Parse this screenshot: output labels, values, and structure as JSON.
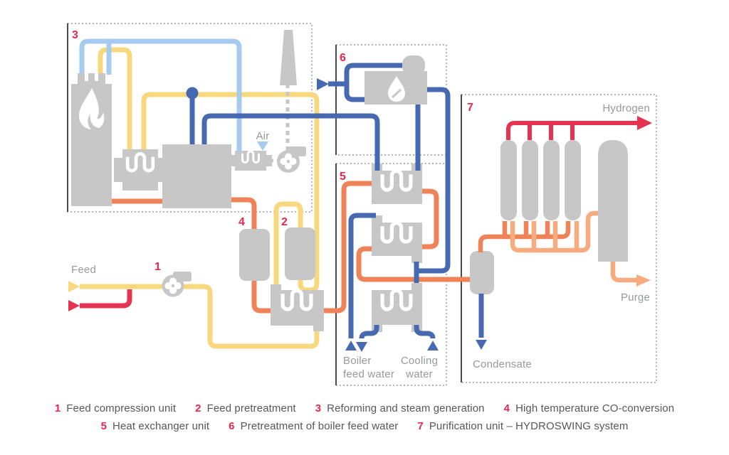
{
  "labels": {
    "feed": "Feed",
    "air": "Air",
    "hydrogen": "Hydrogen",
    "purge": "Purge",
    "condensate": "Condensate",
    "boiler_feed_water_line1": "Boiler",
    "boiler_feed_water_line2": "feed water",
    "cooling_water_line1": "Cooling",
    "cooling_water_line2": "water"
  },
  "legend": {
    "items": [
      {
        "number": "1",
        "label": "Feed compression unit"
      },
      {
        "number": "2",
        "label": "Feed pretreatment"
      },
      {
        "number": "3",
        "label": "Reforming and steam generation"
      },
      {
        "number": "4",
        "label": "High temperature CO-conversion"
      },
      {
        "number": "5",
        "label": "Heat exchanger unit"
      },
      {
        "number": "6",
        "label": "Pretreatment of boiler feed water"
      },
      {
        "number": "7",
        "label": "Purification unit – HYDROSWING system"
      }
    ]
  },
  "colors": {
    "pipe_yellow": "#F8D87E",
    "pipe_light_blue": "#A6CBEE",
    "pipe_blue": "#4769B1",
    "pipe_orange": "#EF8257",
    "pipe_light_orange": "#F6AC7F",
    "pipe_red": "#E73352",
    "equipment_gray": "#C7C7C7",
    "label_gray": "#97999C",
    "legend_text": "#57575A",
    "number_red": "#E8274B"
  }
}
